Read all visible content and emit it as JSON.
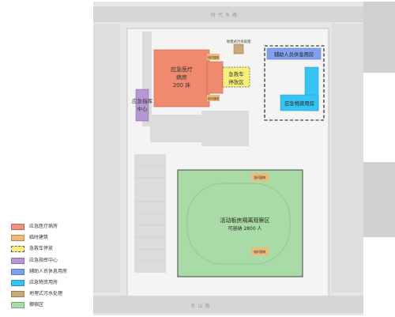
{
  "streets": {
    "north": "时代东路",
    "south": "东山路"
  },
  "zones": {
    "medical": {
      "name": "应急医疗",
      "sub": "病房",
      "beds": "200 床",
      "color": "#ef8a6f"
    },
    "ambulance": {
      "line1": "急救车",
      "line2": "停放区",
      "color": "#f8ef7a"
    },
    "command": {
      "line1": "应急指挥",
      "line2": "中心",
      "color": "#b497d3"
    },
    "staff": {
      "label": "辅助人员休息用房",
      "color": "#7fa1ee"
    },
    "supplies": {
      "label": "应急物资用房",
      "color": "#37c4f2"
    },
    "temp_a": {
      "label": "临时建筑",
      "color": "#efb97a"
    },
    "temp_b": {
      "label": "临时建筑",
      "color": "#efb97a"
    },
    "sewage": {
      "label": "地埋式污水处理",
      "color": "#c9ab7a"
    },
    "shelter": {
      "label": "活动板房隔离观察区",
      "capacity": "可容纳 2800 人",
      "color": "#a9dba6"
    },
    "temp_c": {
      "label": "临时建筑"
    },
    "temp_d": {
      "label": "临时建筑"
    }
  },
  "legend": [
    {
      "label": "应急医疗病房",
      "color": "#f0907a"
    },
    {
      "label": "临时建筑",
      "color": "#efb97a"
    },
    {
      "label": "急救车停放",
      "color": "#f8ef7a"
    },
    {
      "label": "应急指挥中心",
      "color": "#b497d3"
    },
    {
      "label": "辅助人员休息用房",
      "color": "#7fa1ee"
    },
    {
      "label": "应急物资用房",
      "color": "#37c4f2"
    },
    {
      "label": "地埋式污水处理",
      "color": "#c9ab7a"
    },
    {
      "label": "棚宿区",
      "color": "#a9dba6"
    }
  ]
}
